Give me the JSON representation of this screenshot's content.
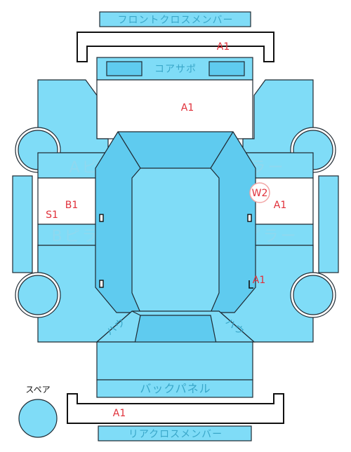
{
  "labels": {
    "front_cross_member": "フロントクロスメンバー",
    "core_support": "コアサポ",
    "a_pillar_left": "Aピラー",
    "a_pillar_right": "Aピラー",
    "b_pillar_left": "Bピラー",
    "b_pillar_right": "Bピラー",
    "back_panel": "バックパネル",
    "rear_cross_member": "リアクロスメンバー",
    "spare": "スペア",
    "curve_left": "ハウ",
    "curve_right": "ハウ"
  },
  "damage_marks": {
    "front_bracket": "A1",
    "core_area": "A1",
    "left_upper_b1": "B1",
    "left_s1": "S1",
    "right_w2": "W2",
    "right_upper_a1": "A1",
    "right_lower_a1": "A1",
    "rear_bracket": "A1"
  },
  "colors": {
    "panel": "#7fdcf7",
    "panel_dark": "#5fcbef",
    "mark": "#e0303a"
  }
}
